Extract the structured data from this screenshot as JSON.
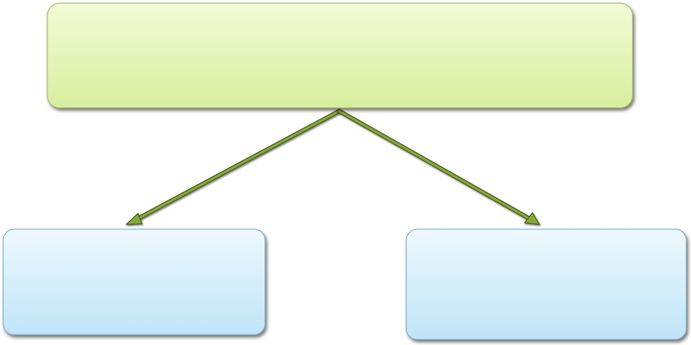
{
  "diagram": {
    "type": "tree",
    "nodes": [
      {
        "id": "root",
        "label": "",
        "role": "parent"
      },
      {
        "id": "left-child",
        "label": "",
        "role": "child"
      },
      {
        "id": "right-child",
        "label": "",
        "role": "child"
      }
    ],
    "edges": [
      {
        "from": "root",
        "to": "left-child"
      },
      {
        "from": "root",
        "to": "right-child"
      }
    ]
  },
  "colors": {
    "root_fill_top": "#f3fbd6",
    "root_fill_bottom": "#d6ee9d",
    "root_stroke": "#9bb360",
    "child_fill_top": "#eef9fe",
    "child_fill_bottom": "#bfe4f7",
    "child_stroke": "#7aaac4",
    "arrow_fill": "#86a83a",
    "arrow_stroke": "#4a5f1f",
    "shadow": "#000000"
  }
}
